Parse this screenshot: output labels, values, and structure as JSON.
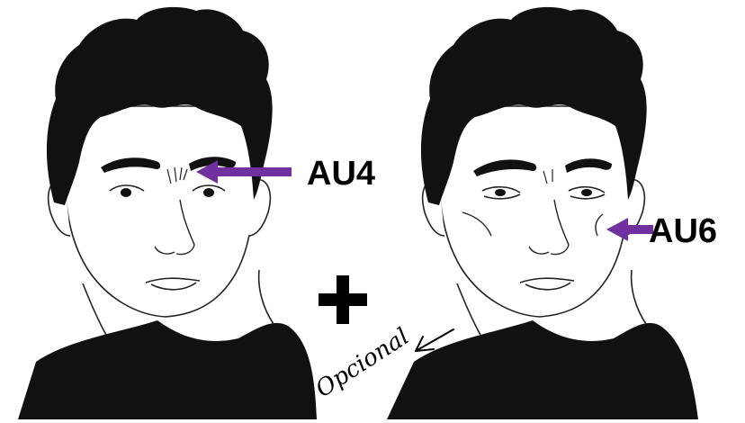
{
  "labels": {
    "au4": "AU4",
    "au6": "AU6",
    "optional": "Opcional"
  },
  "icons": {
    "plus": "plus-icon",
    "arrow": "arrow-left-icon",
    "small_arrow": "hand-drawn-arrow-icon"
  },
  "colors": {
    "arrow": "#7030A0",
    "ink": "#000000",
    "background": "#FFFFFF"
  }
}
